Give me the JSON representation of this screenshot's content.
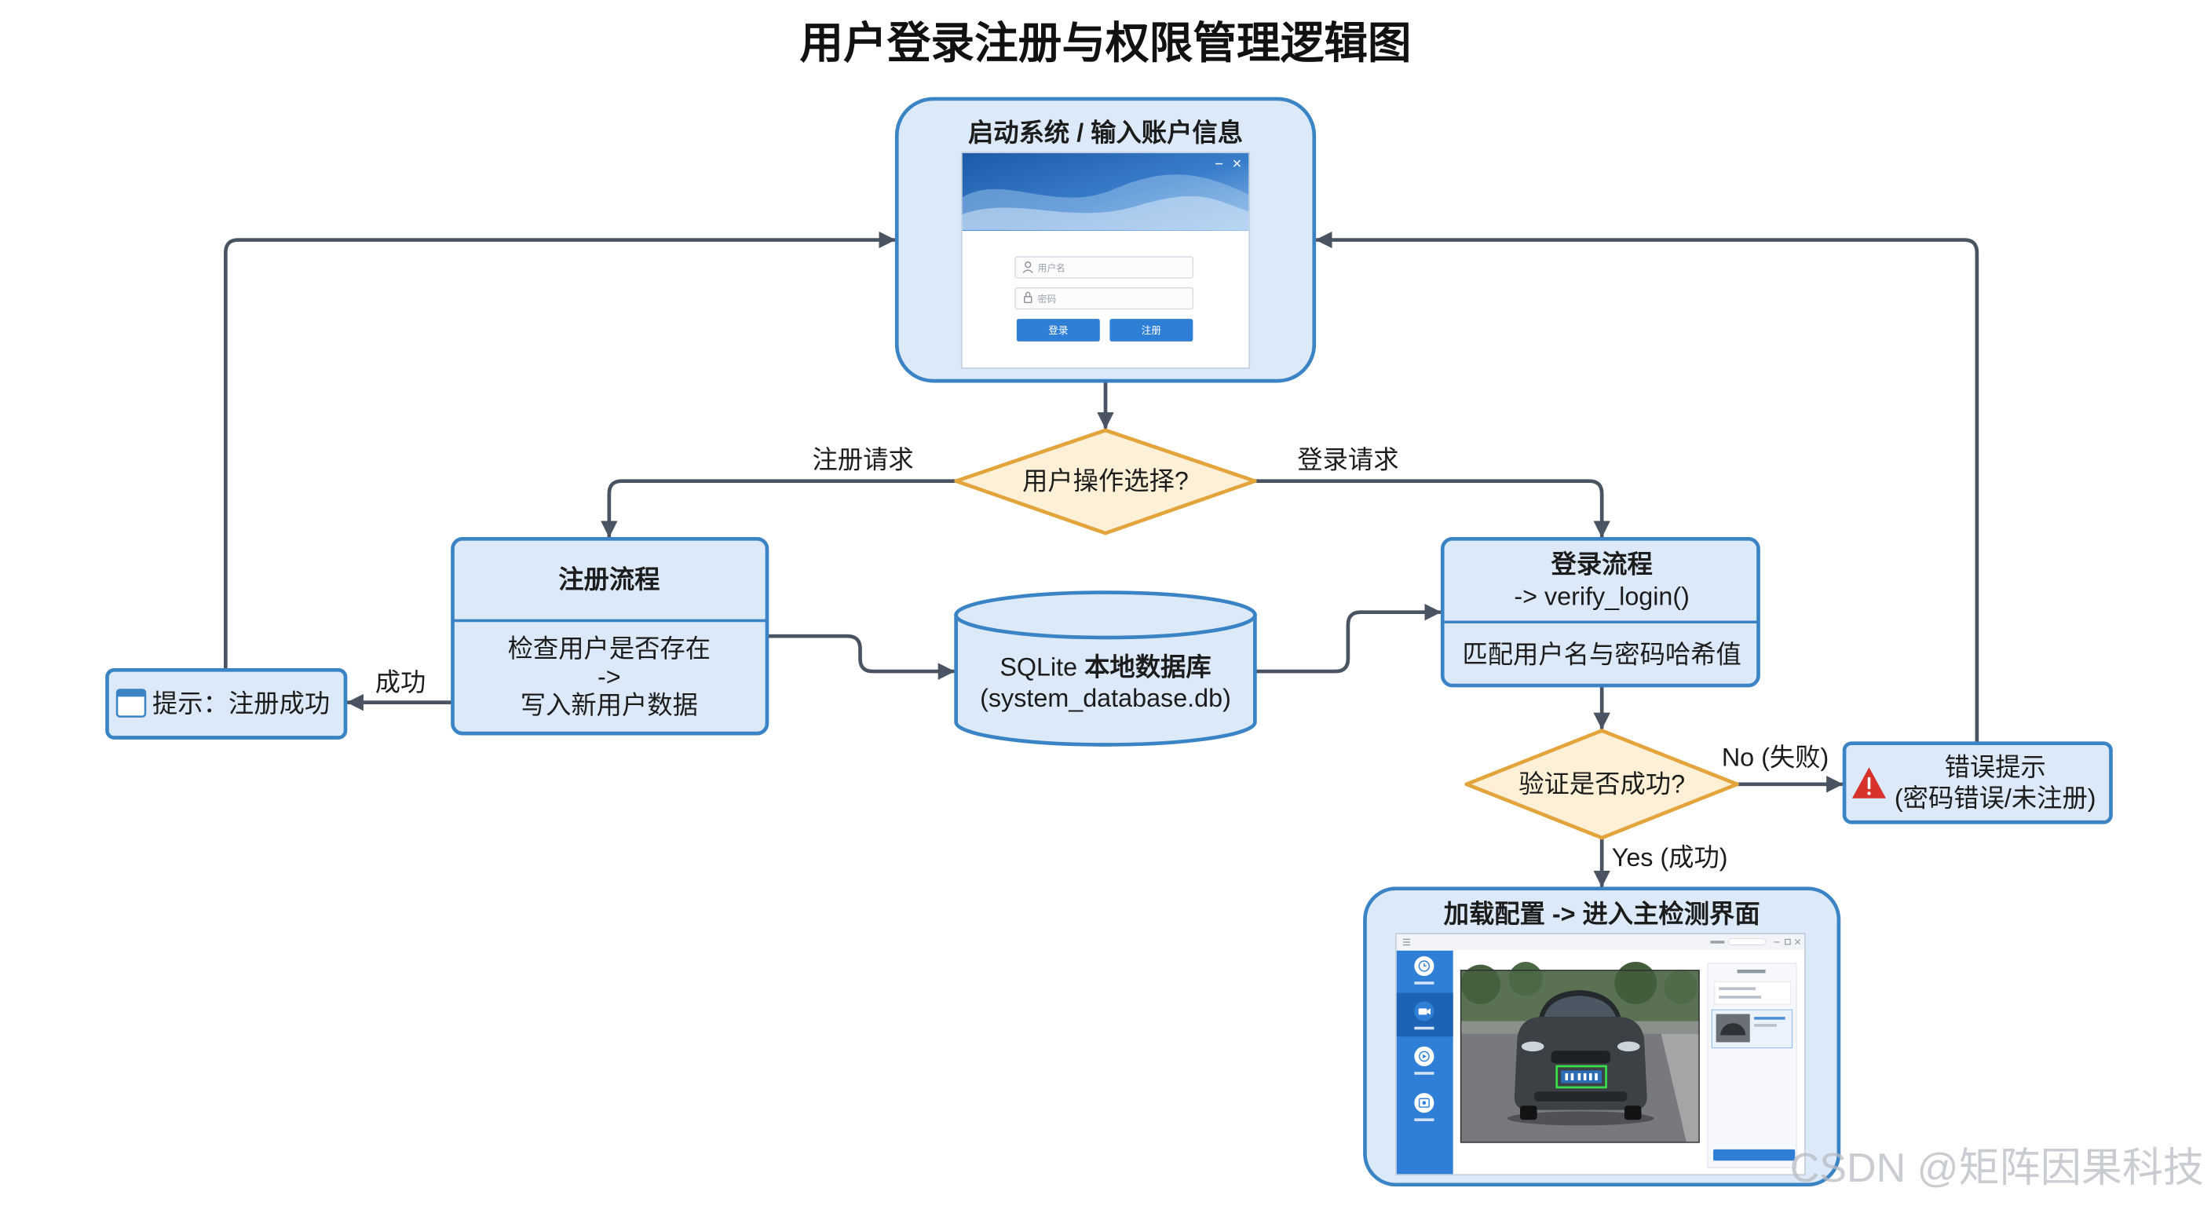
{
  "title": "用户登录注册与权限管理逻辑图",
  "colors": {
    "box_fill": "#dbe9f8",
    "box_stroke": "#3a83c5",
    "decision_fill": "#fdf0d6",
    "decision_stroke": "#e4a43c",
    "edge": "#4a5361",
    "button_blue": "#2f7fd6",
    "warning_red": "#d8322d"
  },
  "icons": {
    "tip": "window-icon",
    "error": "warning-icon",
    "username": "user-icon",
    "password": "lock-icon"
  },
  "start_box": {
    "title": "启动系统 / 输入账户信息",
    "login_window": {
      "username_placeholder": "用户名",
      "password_placeholder": "密码",
      "login_button": "登录",
      "register_button": "注册"
    }
  },
  "choice_decision": "用户操作选择?",
  "edge_labels": {
    "register_request": "注册请求",
    "login_request": "登录请求",
    "register_success": "成功",
    "verify_failed": "No (失败)",
    "verify_passed": "Yes (成功)"
  },
  "register_process": {
    "title": "注册流程",
    "steps": [
      "检查用户是否存在",
      "->",
      "写入新用户数据"
    ]
  },
  "register_tip": "提示：注册成功",
  "database": {
    "engine": "SQLite",
    "name": "本地数据库",
    "file": "(system_database.db)"
  },
  "login_process": {
    "title": "登录流程",
    "call": "-> verify_login()",
    "step": "匹配用户名与密码哈希值"
  },
  "verify_decision": "验证是否成功?",
  "error_box": {
    "title": "错误提示",
    "detail": "(密码错误/未注册)"
  },
  "main_box": {
    "title": "加载配置 -> 进入主检测界面"
  },
  "watermark": "CSDN @矩阵因果科技"
}
